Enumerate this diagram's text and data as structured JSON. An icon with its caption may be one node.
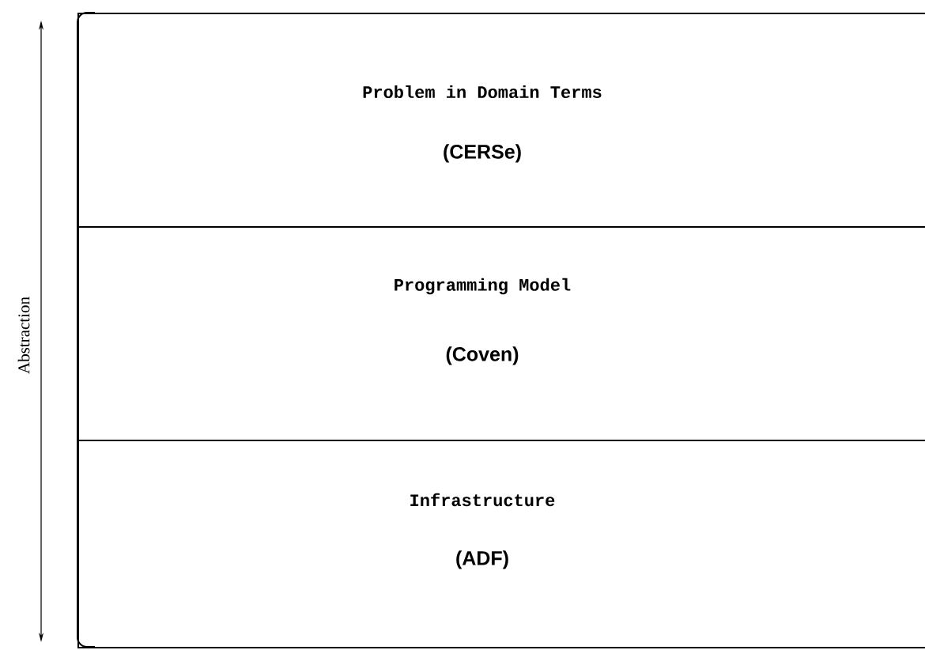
{
  "diagram": {
    "nodes": [
      {
        "text": [
          "Problem in Domain Terms",
          "(CERSe)"
        ]
      },
      {
        "text": [
          "Programming Model",
          "(Coven)"
        ]
      },
      {
        "text": [
          "Infrastructure",
          "(ADF)"
        ]
      }
    ],
    "labels": [
      "Abstraction"
    ]
  }
}
